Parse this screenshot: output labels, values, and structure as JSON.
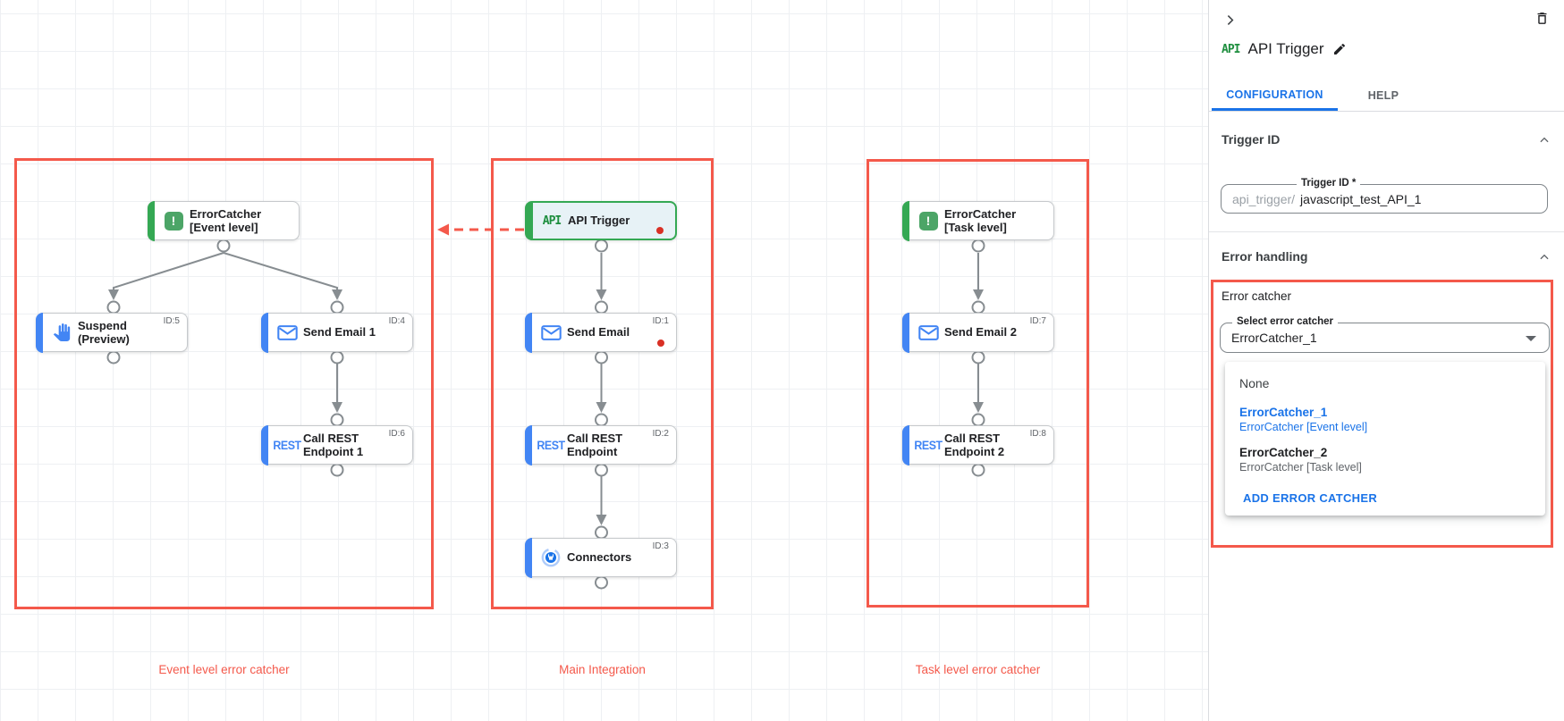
{
  "canvas": {
    "groups": [
      {
        "caption": "Event level error catcher"
      },
      {
        "caption": "Main Integration"
      },
      {
        "caption": "Task level error catcher"
      }
    ],
    "nodes": [
      {
        "line1": "ErrorCatcher",
        "line2": "[Event level]",
        "id": "",
        "glyph": "!"
      },
      {
        "line1": "Suspend",
        "line2": "(Preview)",
        "id": "ID:5",
        "glyph": ""
      },
      {
        "line1": "Send Email 1",
        "line2": "",
        "id": "ID:4",
        "glyph": ""
      },
      {
        "line1": "Call REST",
        "line2": "Endpoint 1",
        "id": "ID:6",
        "glyph": "REST"
      },
      {
        "line1": "API Trigger",
        "line2": "",
        "id": "",
        "glyph": "API"
      },
      {
        "line1": "Send Email",
        "line2": "",
        "id": "ID:1",
        "glyph": ""
      },
      {
        "line1": "Call REST",
        "line2": "Endpoint",
        "id": "ID:2",
        "glyph": "REST"
      },
      {
        "line1": "Connectors",
        "line2": "",
        "id": "ID:3",
        "glyph": ""
      },
      {
        "line1": "ErrorCatcher",
        "line2": "[Task level]",
        "id": "",
        "glyph": "!"
      },
      {
        "line1": "Send Email 2",
        "line2": "",
        "id": "ID:7",
        "glyph": ""
      },
      {
        "line1": "Call REST",
        "line2": "Endpoint 2",
        "id": "ID:8",
        "glyph": "REST"
      }
    ]
  },
  "panel": {
    "badge": "API",
    "title": "API Trigger",
    "tabs": {
      "configuration": "CONFIGURATION",
      "help": "HELP"
    },
    "trigger_section": {
      "heading": "Trigger ID",
      "field_label": "Trigger ID *",
      "prefix": "api_trigger/",
      "value": "javascript_test_API_1"
    },
    "error_section": {
      "heading": "Error handling",
      "group_label": "Error catcher",
      "select_label": "Select error catcher",
      "selected_value": "ErrorCatcher_1",
      "menu": {
        "none": "None",
        "options": [
          {
            "name": "ErrorCatcher_1",
            "desc": "ErrorCatcher [Event level]"
          },
          {
            "name": "ErrorCatcher_2",
            "desc": "ErrorCatcher [Task level]"
          }
        ],
        "action": "ADD ERROR CATCHER"
      }
    }
  },
  "colors": {
    "annotation_red": "#f4594b",
    "node_green": "#34a853",
    "node_blue": "#4285f4",
    "link_blue": "#1a73e8",
    "error_dot_red": "#d93025"
  }
}
